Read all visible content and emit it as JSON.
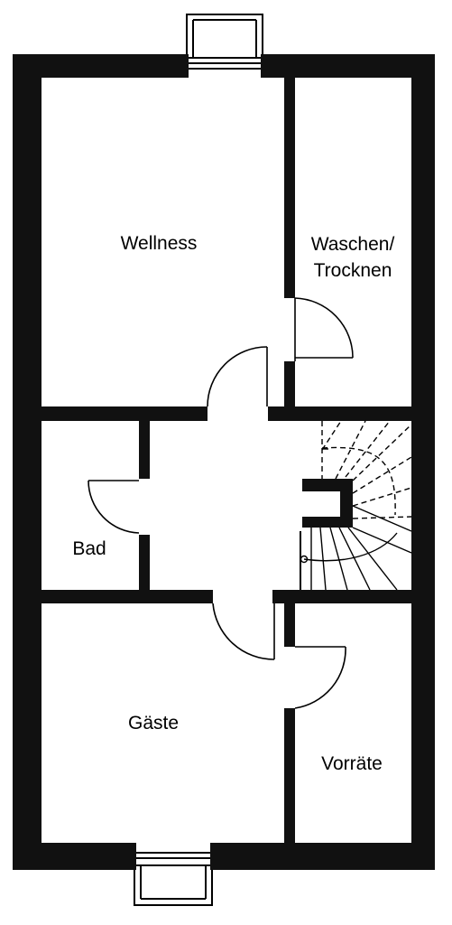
{
  "colors": {
    "wall": "#111111",
    "line": "#000000",
    "background": "#ffffff"
  },
  "rooms": {
    "wellness": "Wellness",
    "waschen_line1": "Waschen/",
    "waschen_line2": "Trocknen",
    "bad": "Bad",
    "gaeste": "Gäste",
    "vorraete": "Vorräte"
  }
}
